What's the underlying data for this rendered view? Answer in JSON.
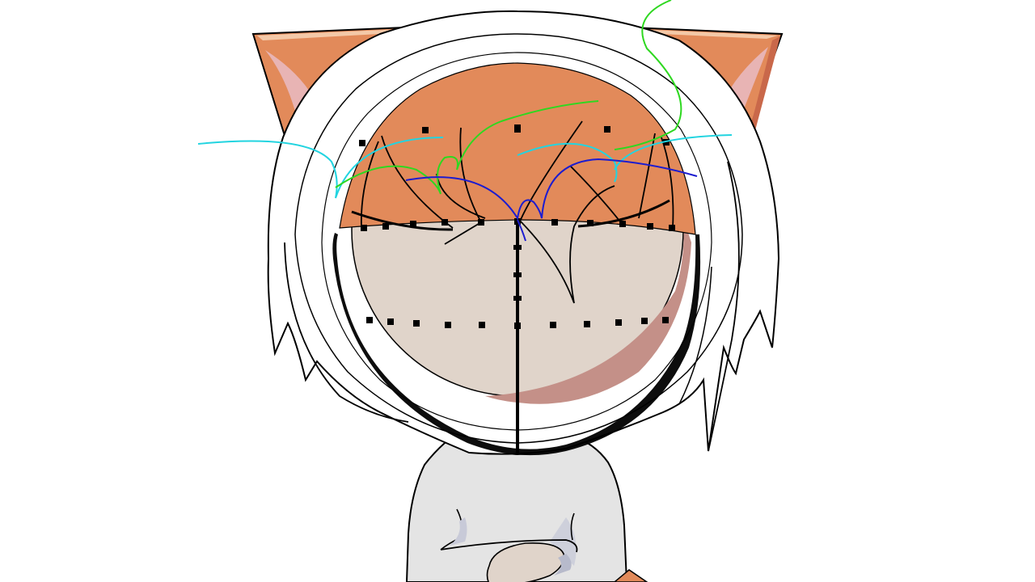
{
  "canvas": {
    "background": "#ffffff"
  },
  "colors": {
    "hair_orange": "#e28a5a",
    "ear_dark": "#c9684a",
    "ear_inner": "#e8b4b4",
    "skin": "#e0d4ca",
    "skin_shadow": "#c49088",
    "shirt": "#e4e4e4",
    "shirt_shadow": "#c8cad8",
    "outline": "#000000",
    "guide_cyan": "#22d4e0",
    "guide_green": "#2ed820",
    "guide_blue": "#1c1cd0"
  },
  "layers": {
    "ears": "ears",
    "hood": "hood",
    "hair_back": "hair-back",
    "face": "face",
    "hair_fringe": "hair-fringe",
    "guides": "construction-guides",
    "body": "body",
    "sketch_strokes": "sketch-strokes"
  }
}
